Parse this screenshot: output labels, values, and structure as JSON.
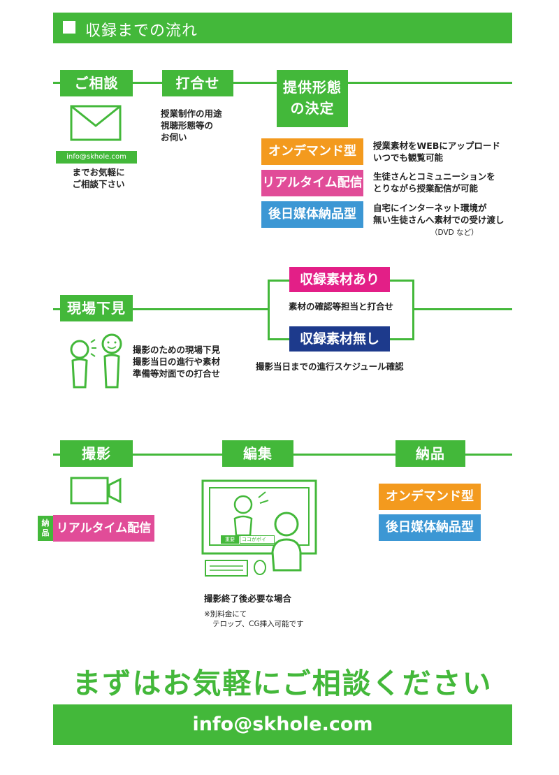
{
  "header": {
    "title": "収録までの流れ"
  },
  "row1": {
    "consult": {
      "label": "ご相談",
      "email": "info@skhole.com",
      "note_line1": "までお気軽に",
      "note_line2": "ご相談下さい"
    },
    "meeting": {
      "label": "打合せ",
      "note_line1": "授業制作の用途",
      "note_line2": "視聴形態等の",
      "note_line3": "お伺い"
    },
    "decide": {
      "label_line1": "提供形態",
      "label_line2": "の決定"
    },
    "types": [
      {
        "label": "オンデマンド型",
        "desc_line1": "授業素材をWEBにアップロード",
        "desc_line2": "いつでも観覧可能"
      },
      {
        "label": "リアルタイム配信型",
        "desc_line1": "生徒さんとコミュニーションを",
        "desc_line2": "とりながら授業配信が可能"
      },
      {
        "label": "後日媒体納品型",
        "desc_line1": "自宅にインターネット環境が",
        "desc_line2": "無い生徒さんへ素材での受け渡し",
        "desc_note": "（DVD など）"
      }
    ]
  },
  "row2": {
    "survey": {
      "label": "現場下見",
      "note_line1": "撮影のための現場下見",
      "note_line2": "撮影当日の進行や素材",
      "note_line3": "準備等対面での打合せ"
    },
    "with_material": {
      "label": "収録素材あり",
      "note": "素材の確認等担当と打合せ"
    },
    "without_material": {
      "label": "収録素材無し",
      "note": "撮影当日までの進行スケジュール確認"
    }
  },
  "row3": {
    "shoot": {
      "label": "撮影",
      "side_tag_line1": "納",
      "side_tag_line2": "品",
      "side_label": "リアルタイム配信型"
    },
    "edit": {
      "label": "編集",
      "screen_tag1": "重要",
      "screen_tag2": "ココがポイ",
      "note": "撮影終了後必要な場合",
      "sub_line1": "※別料金にて",
      "sub_line2": "テロップ、CG挿入可能です"
    },
    "deliver": {
      "label": "納品",
      "type1": "オンデマンド型",
      "type2": "後日媒体納品型"
    }
  },
  "cta": {
    "headline": "まずはお気軽にご相談ください",
    "email": "info@skhole.com"
  },
  "colors": {
    "green": "#43b83a",
    "orange": "#f39a1e",
    "pink": "#e14c98",
    "blue": "#3c97d4",
    "magenta": "#e31f87",
    "navy": "#1d3a8c"
  }
}
